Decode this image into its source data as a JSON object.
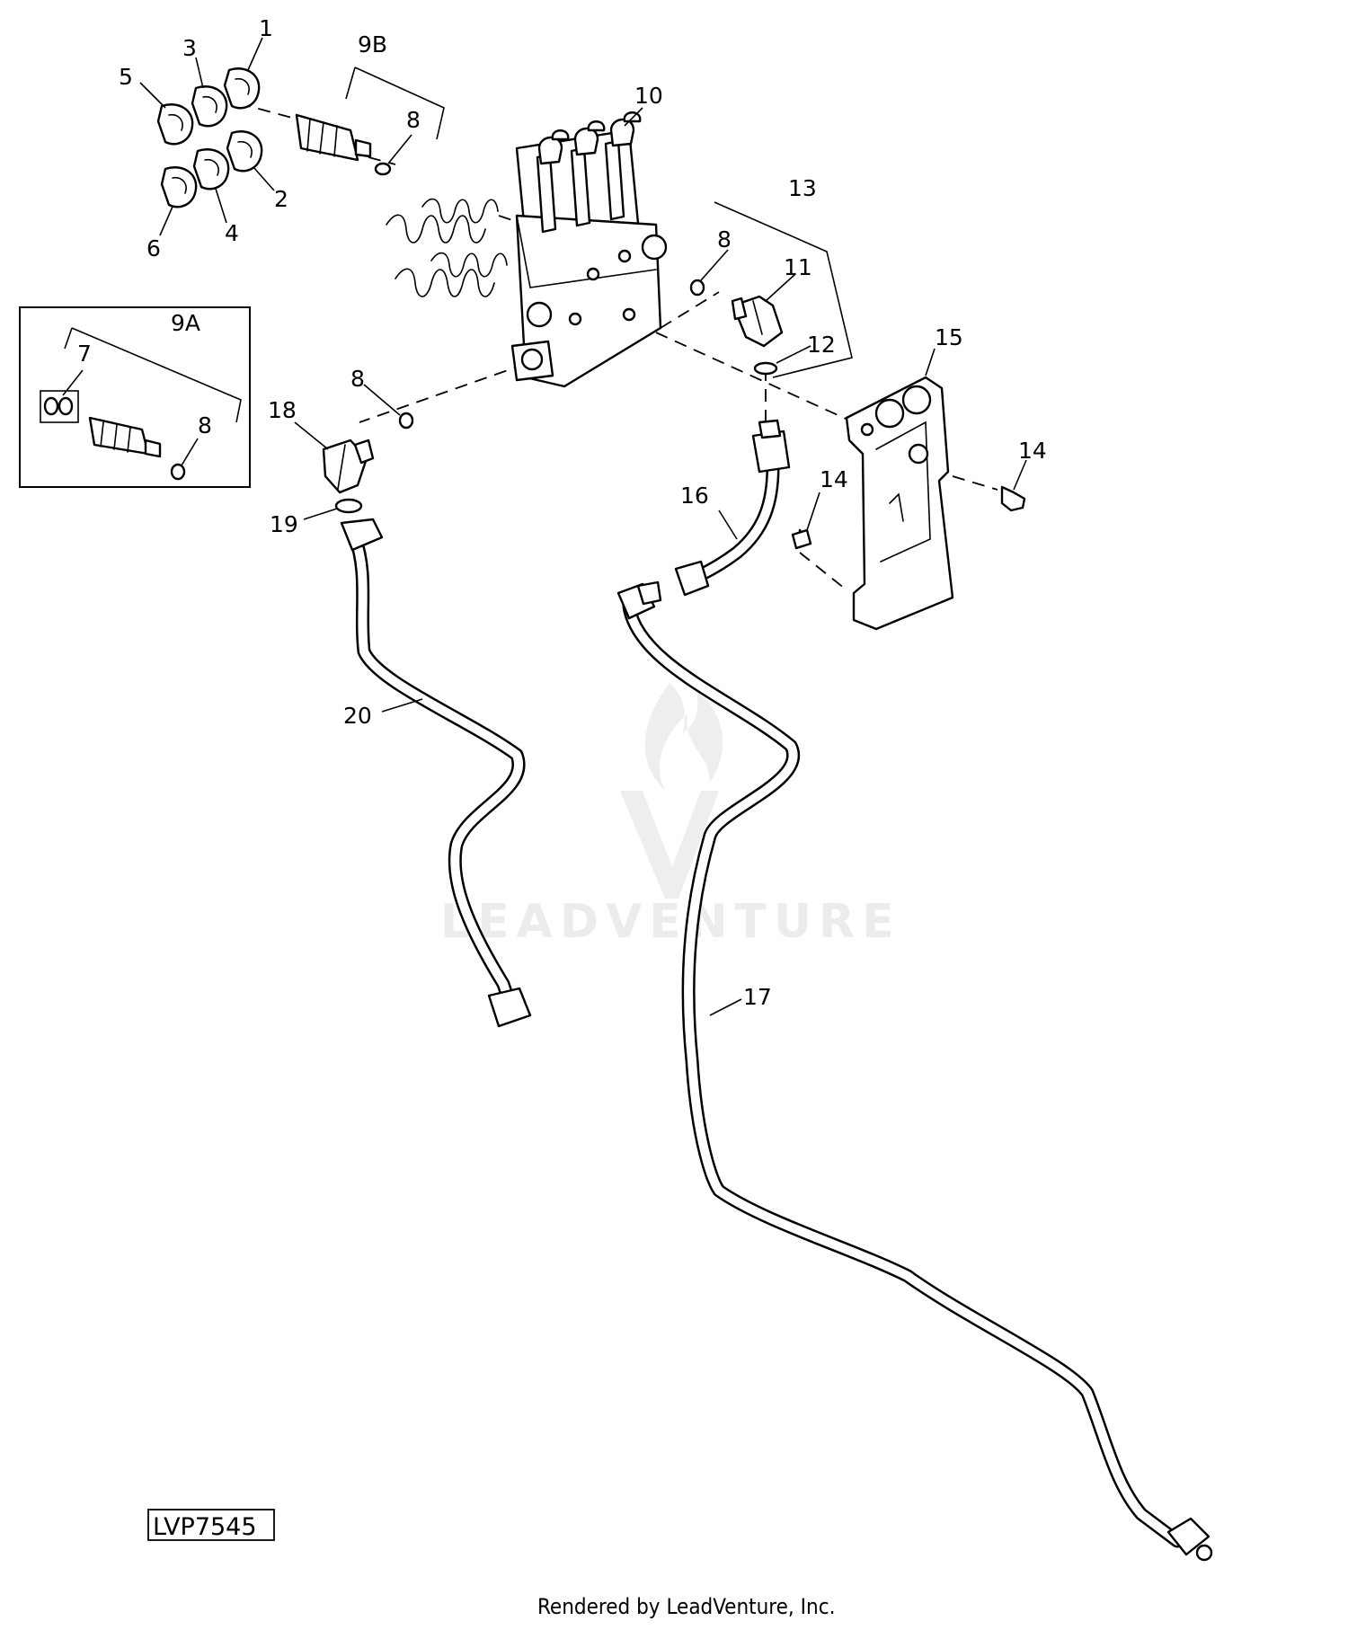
{
  "diagram": {
    "callouts": {
      "c1": "1",
      "c2": "2",
      "c3": "3",
      "c4": "4",
      "c5": "5",
      "c6": "6",
      "c7": "7",
      "c8a": "8",
      "c8b": "8",
      "c8c": "8",
      "c8d": "8",
      "c9a": "9A",
      "c9b": "9B",
      "c10": "10",
      "c11": "11",
      "c12": "12",
      "c13": "13",
      "c14a": "14",
      "c14b": "14",
      "c15": "15",
      "c16": "16",
      "c17": "17",
      "c18": "18",
      "c19": "19",
      "c20": "20"
    },
    "figure_id": "LVP7545",
    "credit": "Rendered by LeadVenture, Inc.",
    "watermark": "LEADVENTURE",
    "watermark_logo_icon": "leadventure-flame-logo-icon"
  }
}
